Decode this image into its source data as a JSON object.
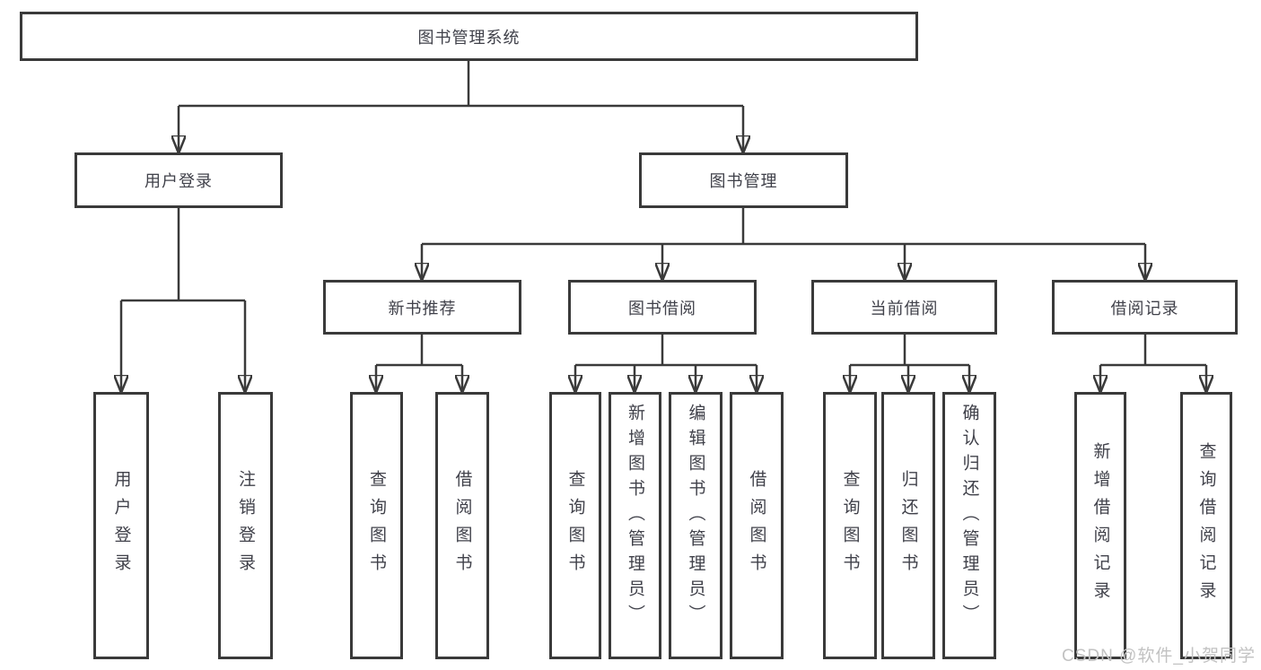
{
  "diagram": {
    "root": {
      "label": "图书管理系统"
    },
    "branches": [
      {
        "label": "用户登录",
        "children": [
          {
            "label": "用户登录"
          },
          {
            "label": "注销登录"
          }
        ]
      },
      {
        "label": "图书管理",
        "children": [
          {
            "label": "新书推荐",
            "children": [
              {
                "label": "查询图书"
              },
              {
                "label": "借阅图书"
              }
            ]
          },
          {
            "label": "图书借阅",
            "children": [
              {
                "label": "查询图书"
              },
              {
                "label": "新增图书（管理员）"
              },
              {
                "label": "编辑图书（管理员）"
              },
              {
                "label": "借阅图书"
              }
            ]
          },
          {
            "label": "当前借阅",
            "children": [
              {
                "label": "查询图书"
              },
              {
                "label": "归还图书"
              },
              {
                "label": "确认归还（管理员）"
              }
            ]
          },
          {
            "label": "借阅记录",
            "children": [
              {
                "label": "新增借阅记录"
              },
              {
                "label": "查询借阅记录"
              }
            ]
          }
        ]
      }
    ]
  },
  "watermark": {
    "text": "CSDN @软件_小贺同学"
  },
  "colors": {
    "line": "#3a3a3a",
    "text": "#40414a",
    "watermark": "#c2c2c2",
    "bg": "#ffffff"
  }
}
